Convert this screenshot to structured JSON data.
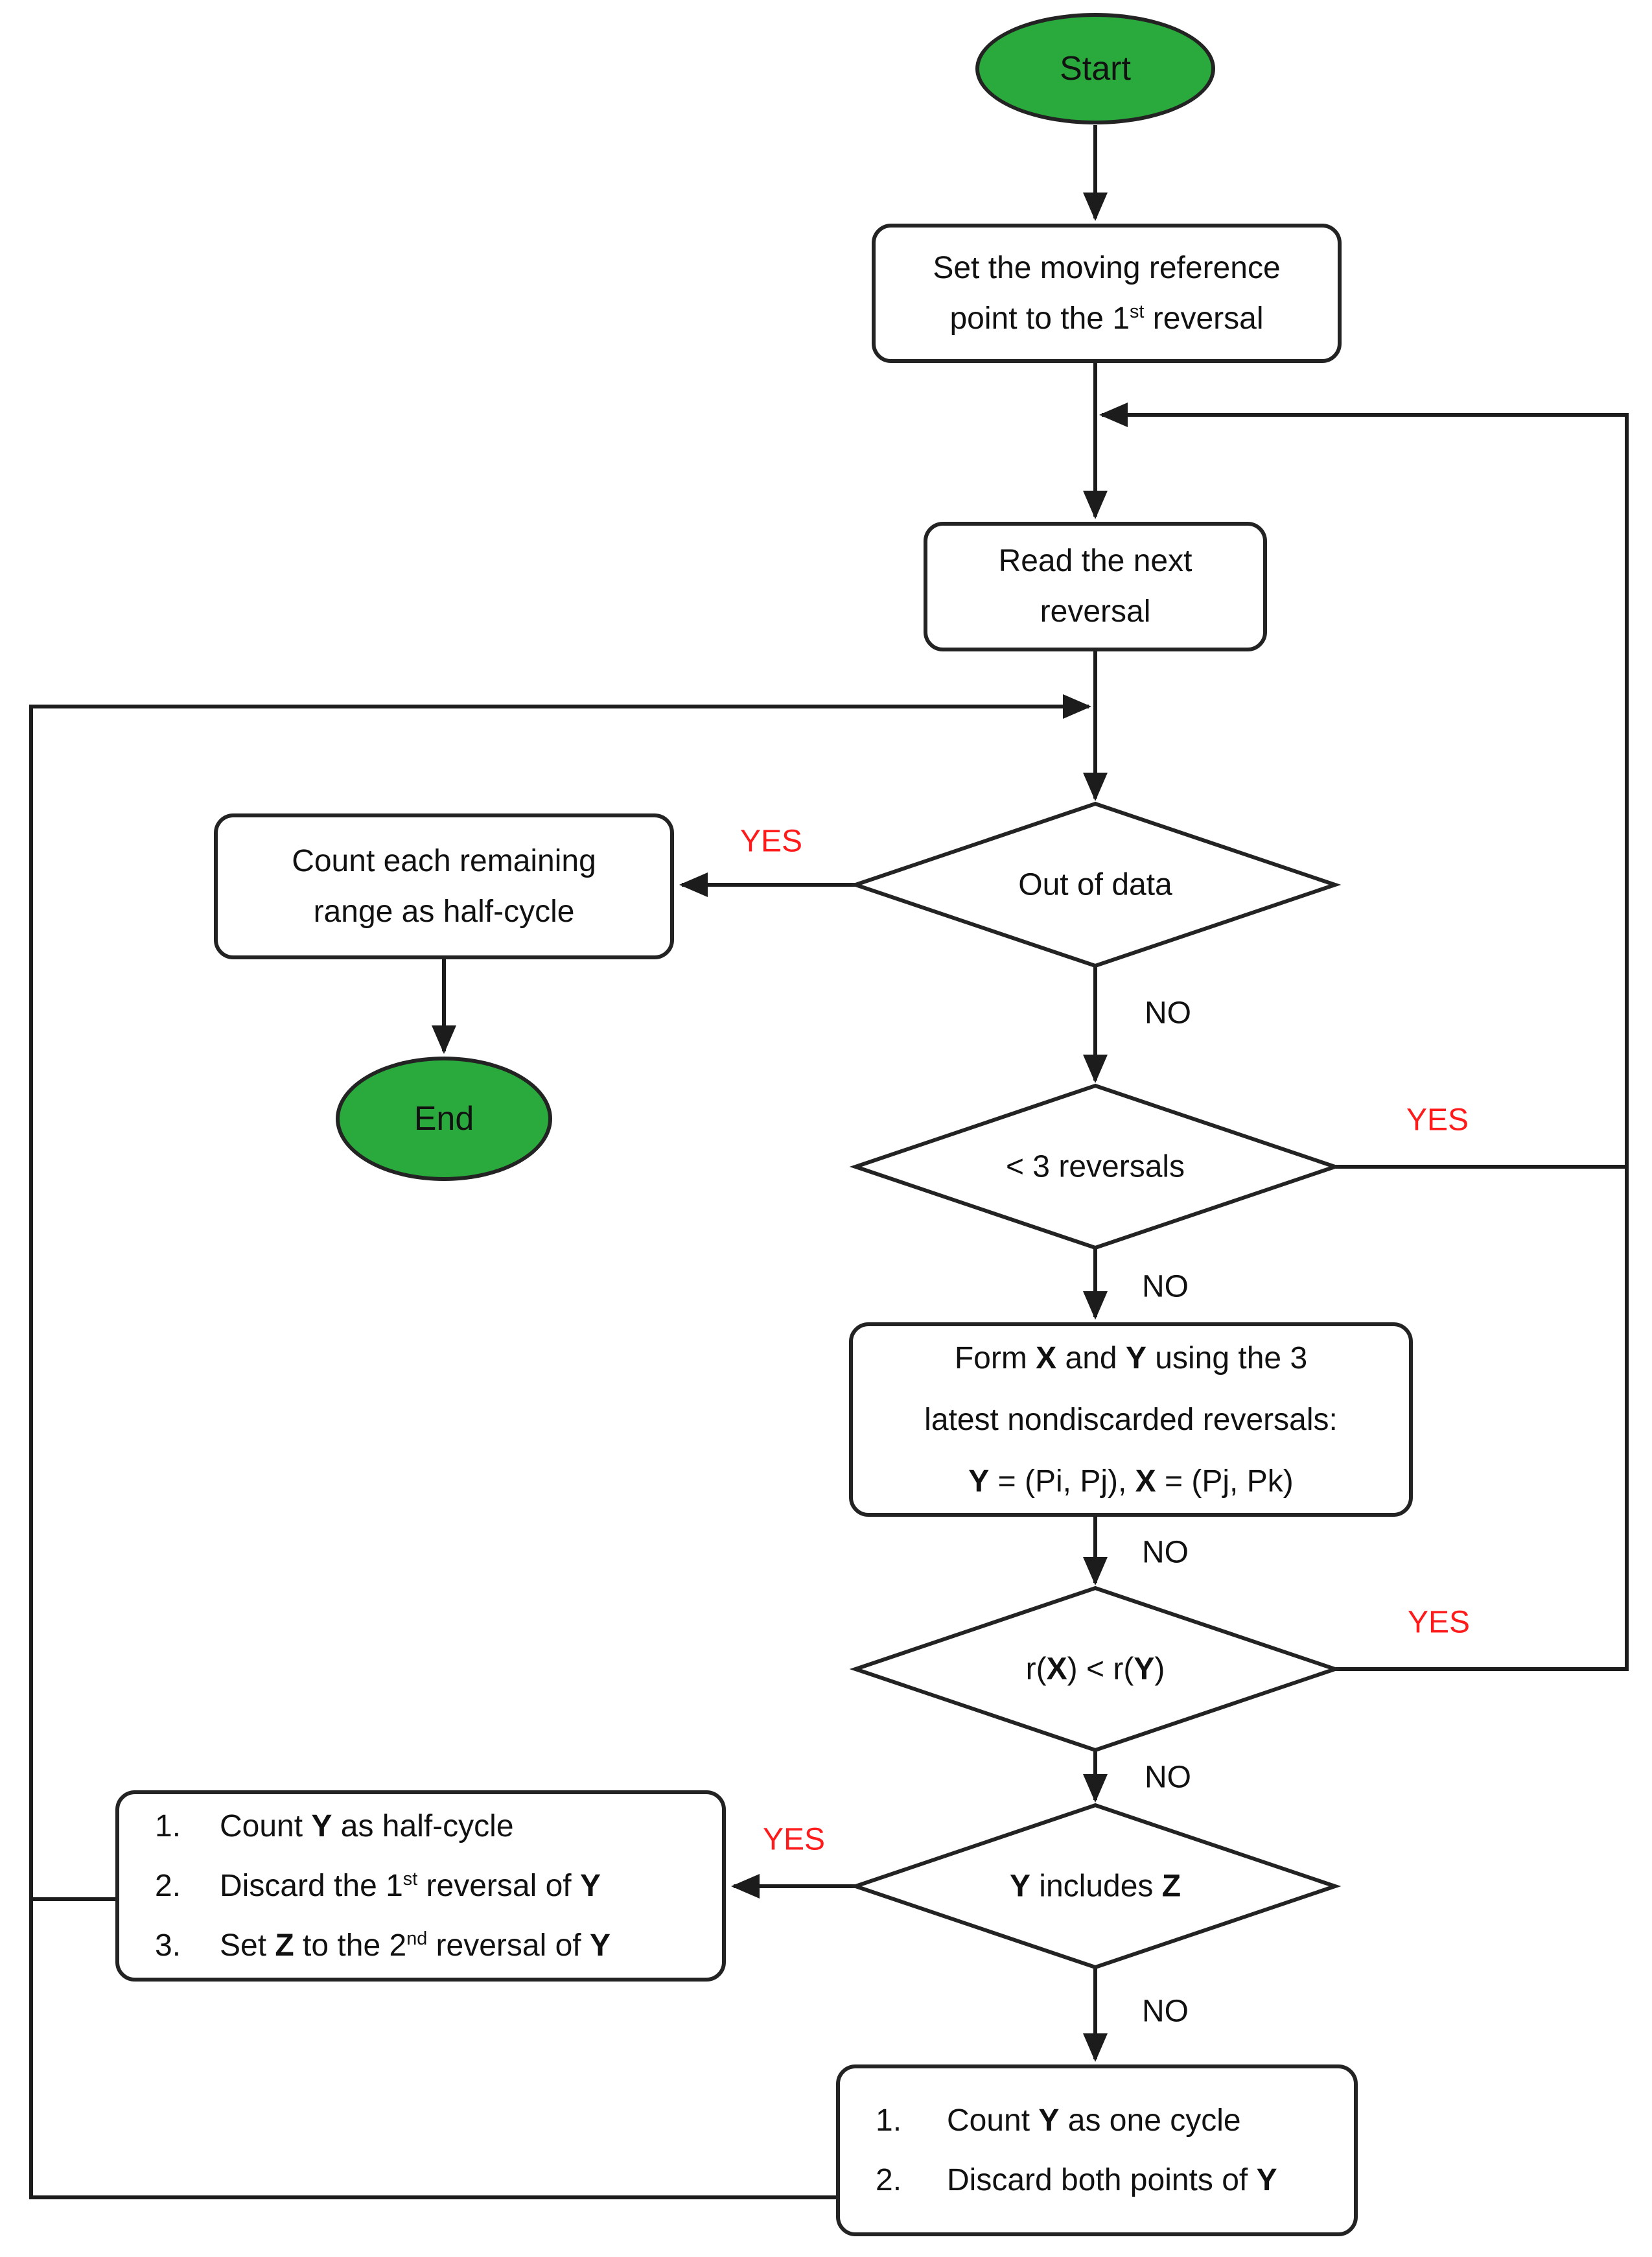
{
  "colors": {
    "node_fill": "#ffffff",
    "terminal_fill": "#2aa93c",
    "border": "#232323",
    "line": "#1c1c1c",
    "yes_label": "#fe1b1b",
    "no_label": "#111111"
  },
  "labels": {
    "yes": "YES",
    "no": "NO"
  },
  "nodes": {
    "start": {
      "type": "terminal",
      "text": [
        [
          {
            "t": "Start"
          }
        ]
      ]
    },
    "set_reference": {
      "type": "process",
      "text": [
        [
          {
            "t": "Set the moving reference"
          }
        ],
        [
          {
            "t": "point to the 1"
          },
          {
            "t": "st",
            "sup": 1
          },
          {
            "t": " reversal"
          }
        ]
      ]
    },
    "read_next": {
      "type": "process",
      "text": [
        [
          {
            "t": "Read the next"
          }
        ],
        [
          {
            "t": "reversal"
          }
        ]
      ]
    },
    "out_of_data": {
      "type": "decision",
      "text": [
        [
          {
            "t": "Out of data"
          }
        ]
      ]
    },
    "count_remaining": {
      "type": "process",
      "text": [
        [
          {
            "t": "Count each remaining"
          }
        ],
        [
          {
            "t": "range as half-cycle"
          }
        ]
      ]
    },
    "end": {
      "type": "terminal",
      "text": [
        [
          {
            "t": "End"
          }
        ]
      ]
    },
    "less_than_3_reversals": {
      "type": "decision",
      "text": [
        [
          {
            "t": "< 3 reversals"
          }
        ]
      ]
    },
    "form_x_y": {
      "type": "process",
      "text": [
        [
          {
            "t": "Form "
          },
          {
            "t": "X",
            "b": 1
          },
          {
            "t": " and "
          },
          {
            "t": "Y",
            "b": 1
          },
          {
            "t": " using the 3"
          }
        ],
        [
          {
            "t": "latest nondiscarded reversals:"
          }
        ],
        [
          {
            "t": "Y",
            "b": 1
          },
          {
            "t": " = (Pi, Pj), "
          },
          {
            "t": "X",
            "b": 1
          },
          {
            "t": " = (Pj, Pk)"
          }
        ]
      ]
    },
    "r_x_less_r_y": {
      "type": "decision",
      "text": [
        [
          {
            "t": "r("
          },
          {
            "t": "X",
            "b": 1
          },
          {
            "t": ") < r("
          },
          {
            "t": "Y",
            "b": 1
          },
          {
            "t": ")"
          }
        ]
      ]
    },
    "y_includes_z": {
      "type": "decision",
      "text": [
        [
          {
            "t": "Y",
            "b": 1
          },
          {
            "t": " includes "
          },
          {
            "t": "Z",
            "b": 1
          }
        ]
      ]
    },
    "count_half_cycle": {
      "type": "process",
      "text": [
        [
          {
            "t": "1.",
            "w": 100
          },
          {
            "t": "Count "
          },
          {
            "t": "Y",
            "b": 1
          },
          {
            "t": " as half-cycle"
          }
        ],
        [
          {
            "t": "2.",
            "w": 100
          },
          {
            "t": "Discard the 1"
          },
          {
            "t": "st",
            "sup": 1
          },
          {
            "t": " reversal of "
          },
          {
            "t": "Y",
            "b": 1
          }
        ],
        [
          {
            "t": "3.",
            "w": 100
          },
          {
            "t": "Set "
          },
          {
            "t": "Z",
            "b": 1
          },
          {
            "t": " to the 2"
          },
          {
            "t": "nd",
            "sup": 1
          },
          {
            "t": " reversal of "
          },
          {
            "t": "Y",
            "b": 1
          }
        ]
      ]
    },
    "count_one_cycle": {
      "type": "process",
      "text": [
        [
          {
            "t": "1.",
            "w": 110
          },
          {
            "t": "Count "
          },
          {
            "t": "Y",
            "b": 1
          },
          {
            "t": " as one cycle"
          }
        ],
        [
          {
            "t": "2.",
            "w": 110
          },
          {
            "t": "Discard both points of "
          },
          {
            "t": "Y",
            "b": 1
          }
        ]
      ]
    }
  }
}
